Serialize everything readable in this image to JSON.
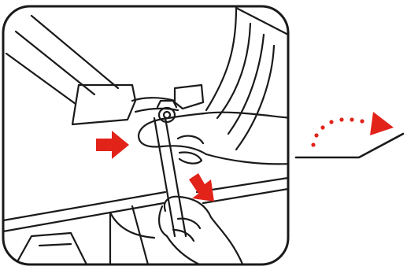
{
  "figure": {
    "kind": "assembly-instruction-illustration",
    "panels": [
      "close-up-illustration-panel",
      "fold-direction-indicator"
    ],
    "colors": {
      "line": "#1a1a1a",
      "accent": "#e2231a",
      "background": "#ffffff"
    },
    "indicators": [
      {
        "name": "push-arrow",
        "icon": "arrow-right",
        "direction": "right"
      },
      {
        "name": "pull-down-arrow",
        "icon": "arrow-down-right",
        "direction": "down-right"
      },
      {
        "name": "fold-arc-arrow",
        "icon": "dotted-curved-arrow",
        "direction": "clockwise"
      }
    ]
  }
}
